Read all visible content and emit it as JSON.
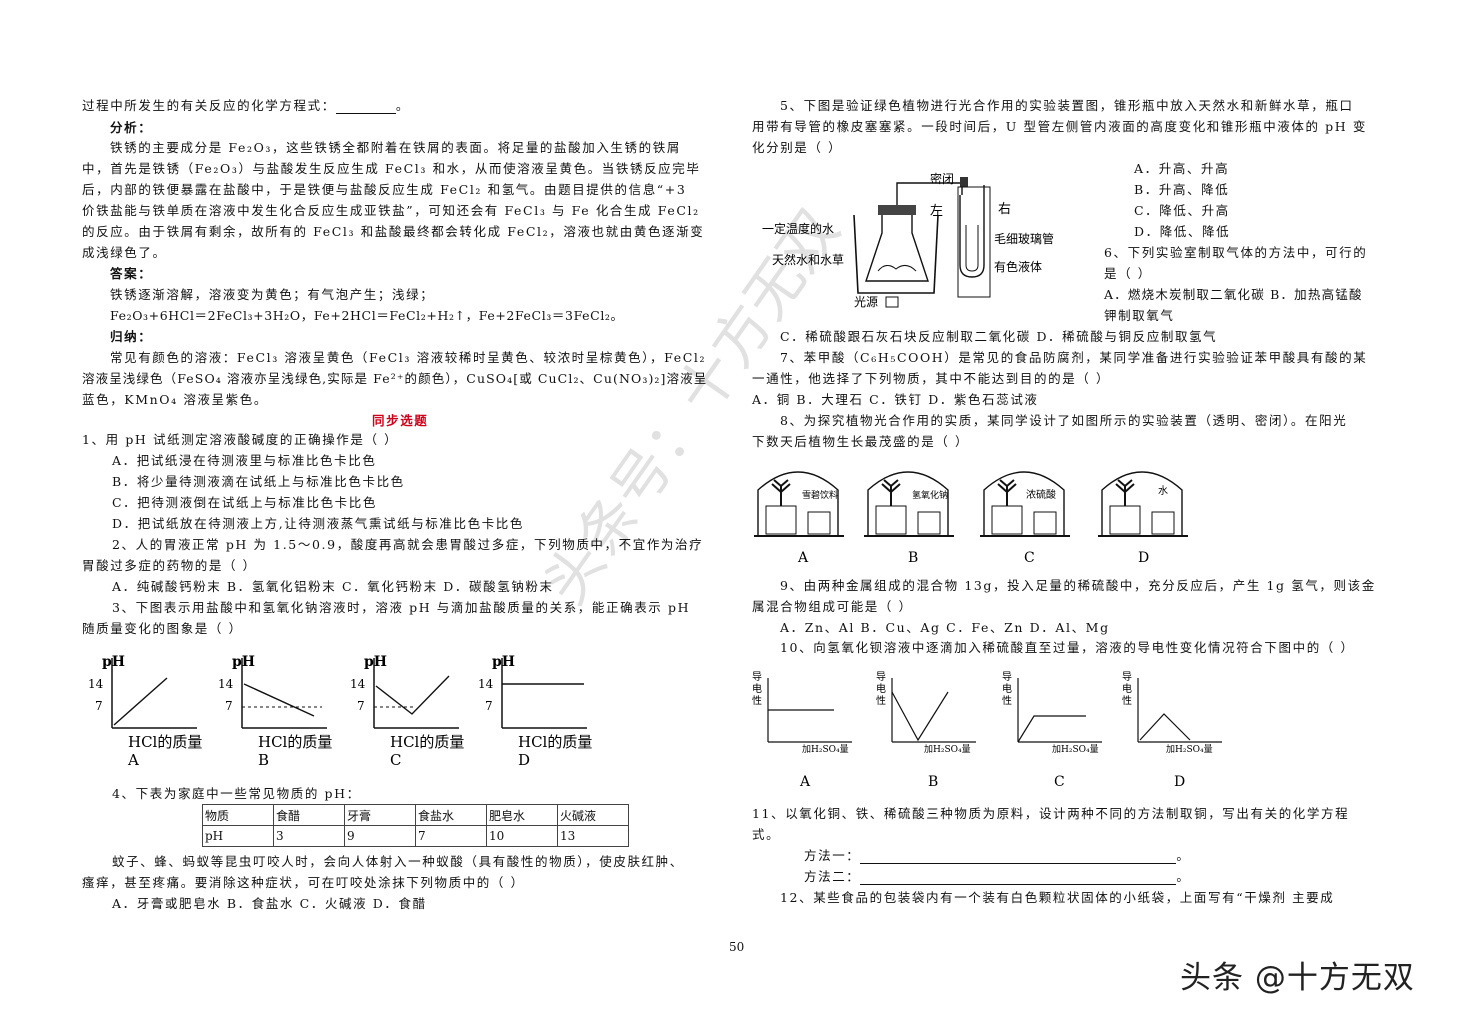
{
  "left": {
    "l1": "过程中所发生的有关反应的化学方程式：",
    "l1_end": "。",
    "analysis_head": "分析：",
    "a1": "铁锈的主要成分是 Fe₂O₃，这些铁锈全都附着在铁屑的表面。将足量的盐酸加入生锈的铁屑",
    "a2": "中，首先是铁锈（Fe₂O₃）与盐酸发生反应生成 FeCl₃ 和水，从而使溶液呈黄色。当铁锈反应完毕",
    "a3": "后，内部的铁便暴露在盐酸中，于是铁便与盐酸反应生成 FeCl₂ 和氢气。由题目提供的信息“+3",
    "a4": "价铁盐能与铁单质在溶液中发生化合反应生成亚铁盐”，可知还会有 FeCl₃ 与 Fe 化合生成 FeCl₂",
    "a5": "的反应。由于铁屑有剩余，故所有的 FeCl₃ 和盐酸最终都会转化成 FeCl₂，溶液也就由黄色逐渐变",
    "a6": "成浅绿色了。",
    "answer_head": "答案：",
    "ans1": "铁锈逐渐溶解，溶液变为黄色；有气泡产生；浅绿；",
    "ans2": "Fe₂O₃+6HCl＝2FeCl₃+3H₂O，Fe+2HCl＝FeCl₂+H₂↑，Fe+2FeCl₃＝3FeCl₂。",
    "summary_head": "归纳：",
    "s1": "常见有颜色的溶液：FeCl₃ 溶液呈黄色（FeCl₃ 溶液较稀时呈黄色、较浓时呈棕黄色），FeCl₂",
    "s2": "溶液呈浅绿色（FeSO₄ 溶液亦呈浅绿色,实际是 Fe²⁺的颜色），CuSO₄[或 CuCl₂、Cu(NO₃)₂]溶液呈",
    "s3": "蓝色，KMnO₄ 溶液呈紫色。",
    "section_title": "同步选题",
    "q1": "1、用 pH 试纸测定溶液酸碱度的正确操作是（     ）",
    "q1a": "A．把试纸浸在待测液里与标准比色卡比色",
    "q1b": "B．将少量待测液滴在试纸上与标准比色卡比色",
    "q1c": "C．把待测液倒在试纸上与标准比色卡比色",
    "q1d": "D．把试纸放在待测液上方,让待测液蒸气熏试纸与标准比色卡比色",
    "q2a": "2、人的胃液正常 pH 为 1.5～0.9，酸度再高就会患胃酸过多症，下列物质中，不宜作为治疗",
    "q2b": "胃酸过多症的药物的是（     ）",
    "q2opts": "A．纯碱酸钙粉末       B．氢氧化铝粉末     C．氧化钙粉末     D．碳酸氢钠粉末",
    "q3a": "3、下图表示用盐酸中和氢氧化钠溶液时，溶液 pH 与滴加盐酸质量的关系，能正确表示 pH",
    "q3b": "随质量变化的图象是（     ）",
    "graph_ylabel": "pH",
    "graph_xlabel": "HCl的质量",
    "graph_tick14": "14",
    "graph_tick7": "7",
    "graph_letters": [
      "A",
      "B",
      "C",
      "D"
    ],
    "q4": "4、下表为家庭中一些常见物质的 pH：",
    "table_row1": [
      "物质",
      "食醋",
      "牙膏",
      "食盐水",
      "肥皂水",
      "火碱液"
    ],
    "table_row2": [
      "pH",
      "3",
      "9",
      "7",
      "10",
      "13"
    ],
    "q4b": "蚊子、蜂、蚂蚁等昆虫叮咬人时，会向人体射入一种蚁酸（具有酸性的物质），使皮肤红肿、",
    "q4c": "瘙痒，甚至疼痛。要消除这种症状，可在叮咬处涂抹下列物质中的（     ）",
    "q4opts": "A．牙膏或肥皂水          B．食盐水             C．火碱液             D．食醋"
  },
  "right": {
    "q5a": "5、下图是验证绿色植物进行光合作用的实验装置图，锥形瓶中放入天然水和新鲜水草，瓶口",
    "q5b": "用带有导管的橡皮塞塞紧。一段时间后，U 型管左侧管内液面的高度变化和锥形瓶中液体的 pH 变",
    "q5c": "化分别是（     ）",
    "q5A": "A．升高、升高",
    "q5B": "B．升高、降低",
    "q5C": "C．降低、升高",
    "q5D": "D．降低、降低",
    "fig5": {
      "sealed": "密闭",
      "left": "左",
      "right": "右",
      "water": "一定温度的水",
      "capillary": "毛细玻璃管",
      "plants": "天然水和水草",
      "liquid": "有色液体",
      "light": "光源"
    },
    "q6a": "6、下列实验室制取气体的方法中，可行的",
    "q6b": "是（     ）",
    "q6c": "A．燃烧木炭制取二氧化碳  B．加热高锰酸",
    "q6d": "钾制取氧气",
    "q6e": "C．稀硫酸跟石灰石块反应制取二氧化碳    D．稀硫酸与铜反应制取氢气",
    "q7a": "7、苯甲酸（C₆H₅COOH）是常见的食品防腐剂，某同学准备进行实验验证苯甲酸具有酸的某",
    "q7b": "一通性，他选择了下列物质，其中不能达到目的的是（     ）",
    "q7opts": "A．铜    B．大理石       C．铁钉     D．紫色石蕊试液",
    "q8a": "8、为探究植物光合作用的实质，某同学设计了如图所示的实验装置（透明、密闭）。在阳光",
    "q8b": "下数天后植物生长最茂盛的是（     ）",
    "fig8_labels": [
      "雪碧饮料",
      "氢氧化钠",
      "浓硫酸",
      "水"
    ],
    "fig8_letters": [
      "A",
      "B",
      "C",
      "D"
    ],
    "q9a": "9、由两种金属组成的混合物 13g，投入足量的稀硫酸中，充分反应后，产生 1g 氢气，则该金",
    "q9b": "属混合物组成可能是（     ）",
    "q9opts": "A．Zn、Al  B．Cu、Ag  C．Fe、Zn  D．Al、Mg",
    "q10": "10、向氢氧化钡溶液中逐滴加入稀硫酸直至过量，溶液的导电性变化情况符合下图中的（     ）",
    "fig10_ylabel": [
      "导",
      "电",
      "性"
    ],
    "fig10_xlabel": "加H₂SO₄量",
    "fig10_letters": [
      "A",
      "B",
      "C",
      "D"
    ],
    "q11a": "11、以氧化铜、铁、稀硫酸三种物质为原料，设计两种不同的方法制取铜，写出有关的化学方程",
    "q11b": "式。",
    "m1": "方法一：",
    "m2": "方法二：",
    "blank_end": "。",
    "q12": "12、某些食品的包装袋内有一个装有白色颗粒状固体的小纸袋，上面写有“干燥剂    主要成"
  },
  "page_number": "50",
  "brand": "头条 @十方无双",
  "watermark": "头条号：十方无双"
}
